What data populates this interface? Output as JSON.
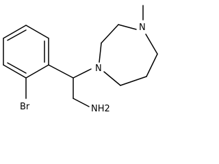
{
  "atoms": {
    "bromine": "Br",
    "ring_nitrogen": "N",
    "methyl_nitrogen": "N",
    "amine": "NH2"
  }
}
